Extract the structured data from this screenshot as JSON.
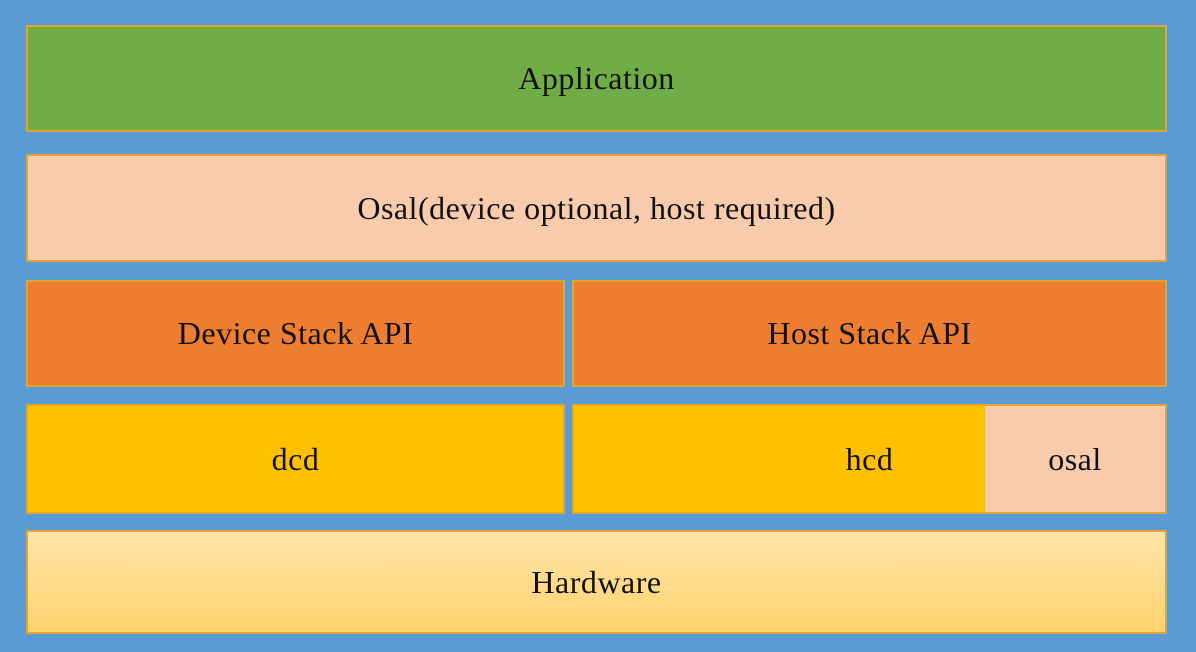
{
  "colors": {
    "background": "#5b9bd5",
    "box_border": "#e2a52e",
    "text": "#111111",
    "green": "#70ad47",
    "peach": "#f8cbad",
    "orange": "#ed7d31",
    "yellow": "#ffc000",
    "hardware_top": "#ffe5a9",
    "hardware_bottom": "#ffd26e"
  },
  "layers": {
    "application": {
      "label": "Application",
      "color": "#70ad47"
    },
    "osal": {
      "label": "Osal(device optional, host required)",
      "color": "#f8cbad"
    },
    "device_stack_api": {
      "label": "Device Stack API",
      "color": "#ed7d31"
    },
    "host_stack_api": {
      "label": "Host Stack API",
      "color": "#ed7d31"
    },
    "dcd": {
      "label": "dcd",
      "color": "#ffc000"
    },
    "hcd": {
      "label": "hcd",
      "color": "#ffc000"
    },
    "osal_small": {
      "label": "osal",
      "color": "#f8cbad"
    },
    "hardware": {
      "label": "Hardware",
      "color_top": "#ffe5a9",
      "color_bottom": "#ffd26e"
    }
  }
}
